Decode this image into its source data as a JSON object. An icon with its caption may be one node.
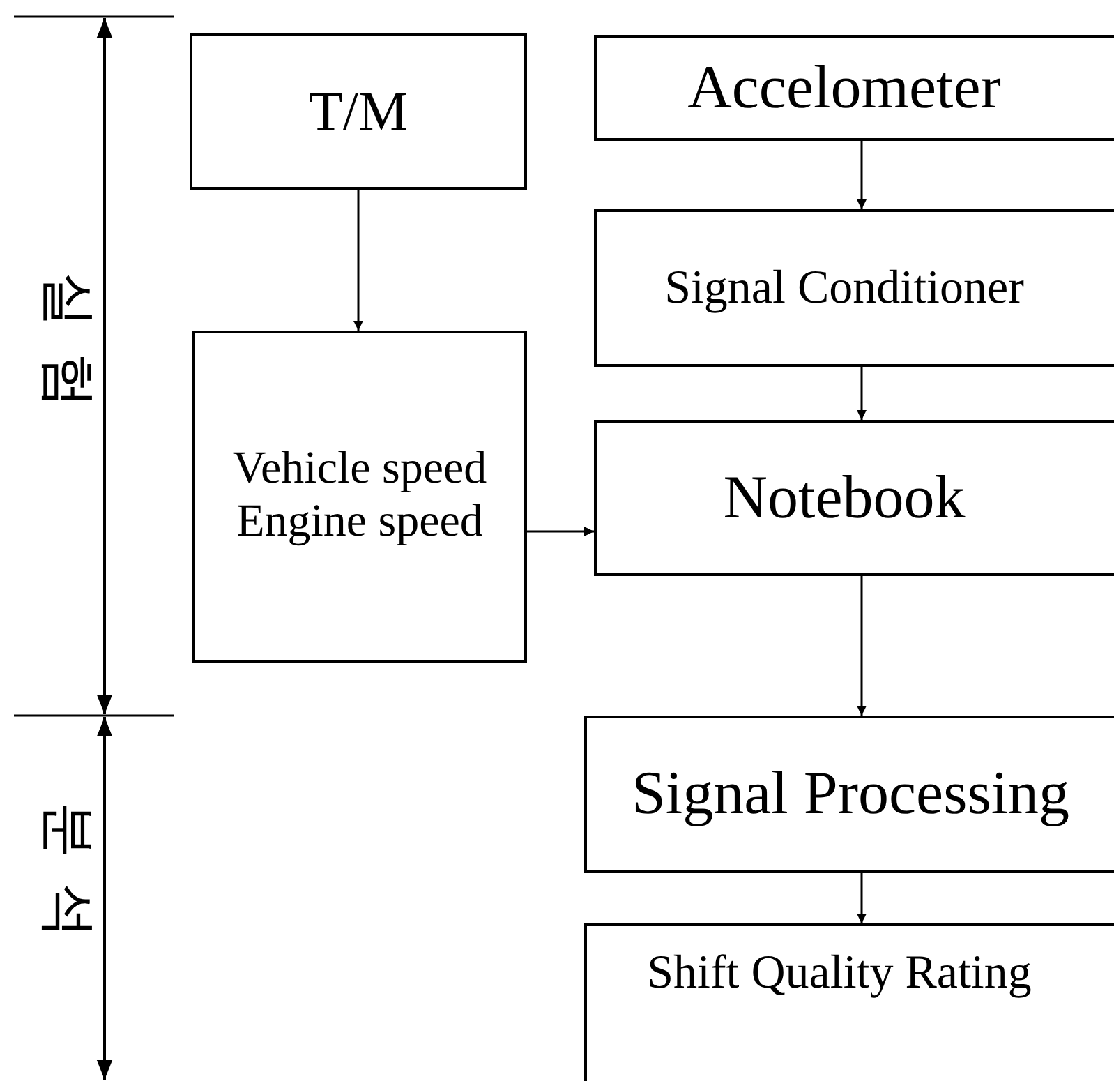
{
  "diagram": {
    "nodes": [
      {
        "text": [
          "T/M"
        ]
      },
      {
        "text": [
          "Vehicle speed",
          "Engine speed"
        ]
      },
      {
        "text": [
          "Accelometer"
        ]
      },
      {
        "text": [
          "Signal Conditioner"
        ]
      },
      {
        "text": [
          "Notebook"
        ]
      },
      {
        "text": [
          "Signal Processing"
        ]
      },
      {
        "text": [
          "Shift Quality Rating"
        ]
      }
    ],
    "edges": [
      {
        "from": 0,
        "to": 1,
        "arrow": "to"
      },
      {
        "from": 1,
        "to": 4,
        "arrow": "to"
      },
      {
        "from": 2,
        "to": 3,
        "arrow": "to"
      },
      {
        "from": 3,
        "to": 4,
        "arrow": "to"
      },
      {
        "from": 4,
        "to": 5,
        "arrow": "to"
      },
      {
        "from": 5,
        "to": 6,
        "arrow": "to"
      }
    ],
    "labels": [
      "실험",
      "분석"
    ]
  }
}
